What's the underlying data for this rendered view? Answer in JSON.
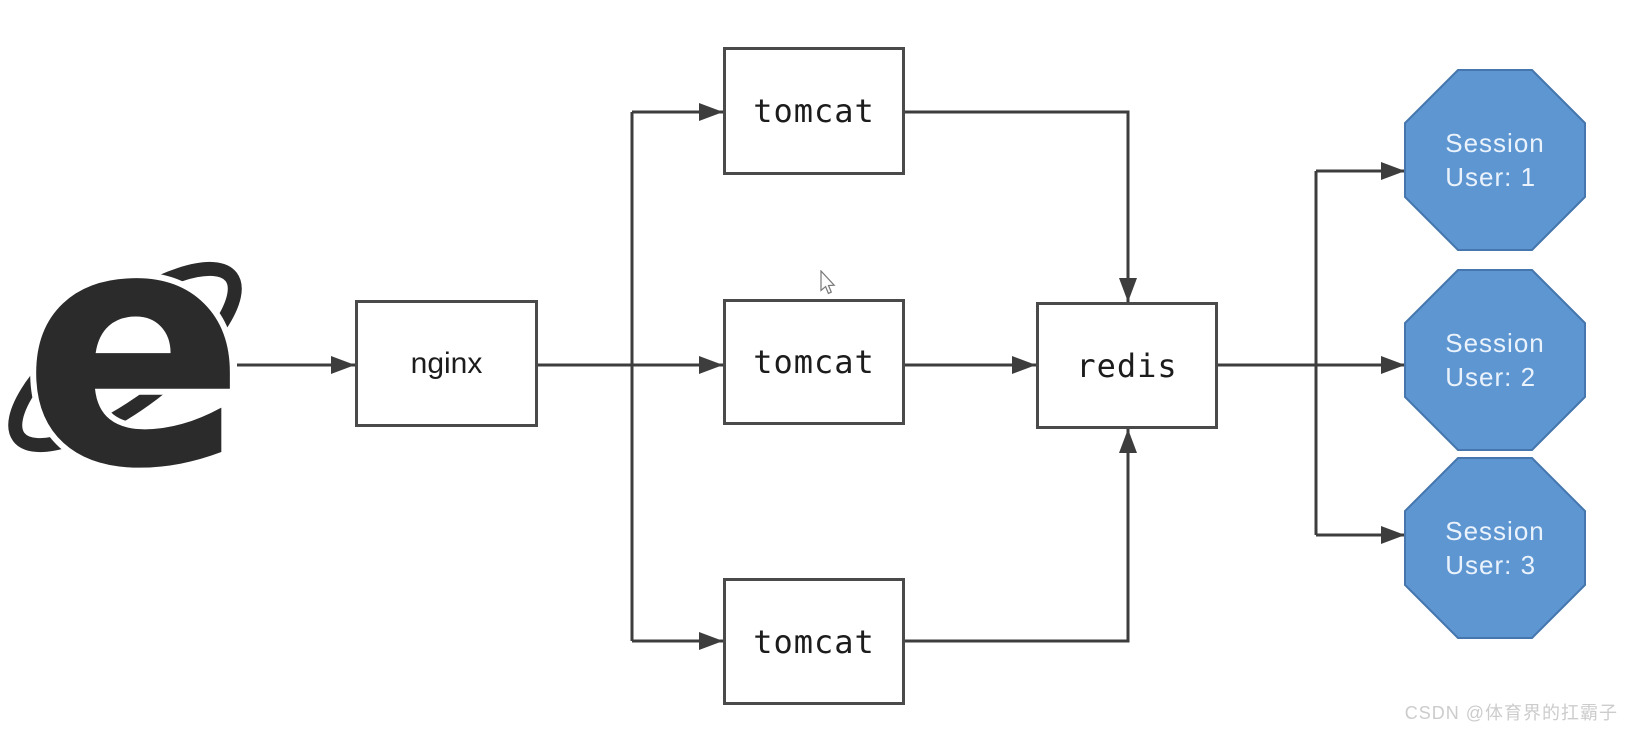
{
  "nodes": {
    "browser": {
      "icon": "internet-explorer",
      "glyph": "e"
    },
    "nginx": {
      "label": "nginx"
    },
    "tomcats": [
      {
        "label": "tomcat"
      },
      {
        "label": "tomcat"
      },
      {
        "label": "tomcat"
      }
    ],
    "redis": {
      "label": "redis"
    },
    "sessions": [
      {
        "line1": "Session",
        "line2": "User: 1"
      },
      {
        "line1": "Session",
        "line2": "User: 2"
      },
      {
        "line1": "Session",
        "line2": "User: 3"
      }
    ]
  },
  "watermark": {
    "text": "CSDN @体育界的扛霸子"
  },
  "colors": {
    "background": "#ffffff",
    "line": "#3d3d3d",
    "box_border": "#4a4a4a",
    "box_fill": "#ffffff",
    "octagon_fill": "#5e96d2",
    "octagon_border": "#4576ad",
    "octagon_text": "#eaf3fc",
    "logo": "#2b2b2b",
    "watermark": "#cccccc"
  }
}
